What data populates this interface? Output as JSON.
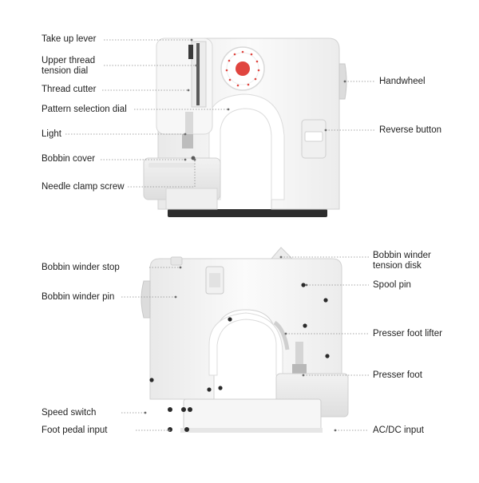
{
  "top_view": {
    "left_labels": [
      {
        "text": "Take up lever"
      },
      {
        "text": "Upper thread\ntension dial"
      },
      {
        "text": "Thread cutter"
      },
      {
        "text": "Pattern selection dial"
      },
      {
        "text": "Light"
      },
      {
        "text": "Bobbin cover"
      },
      {
        "text": "Needle clamp screw"
      }
    ],
    "right_labels": [
      {
        "text": "Handwheel"
      },
      {
        "text": "Reverse button"
      }
    ]
  },
  "bottom_view": {
    "left_labels": [
      {
        "text": "Bobbin winder stop"
      },
      {
        "text": "Bobbin winder pin"
      },
      {
        "text": "Speed switch"
      },
      {
        "text": "Foot pedal input"
      }
    ],
    "right_labels": [
      {
        "text": "Bobbin winder\ntension disk"
      },
      {
        "text": "Spool pin"
      },
      {
        "text": "Presser foot lifter"
      },
      {
        "text": "Presser foot"
      },
      {
        "text": "AC/DC input"
      }
    ]
  },
  "colors": {
    "body": "#f4f4f4",
    "outline": "#cfcfcf",
    "dial_accent": "#e0453f",
    "dark": "#2a2a2a"
  }
}
